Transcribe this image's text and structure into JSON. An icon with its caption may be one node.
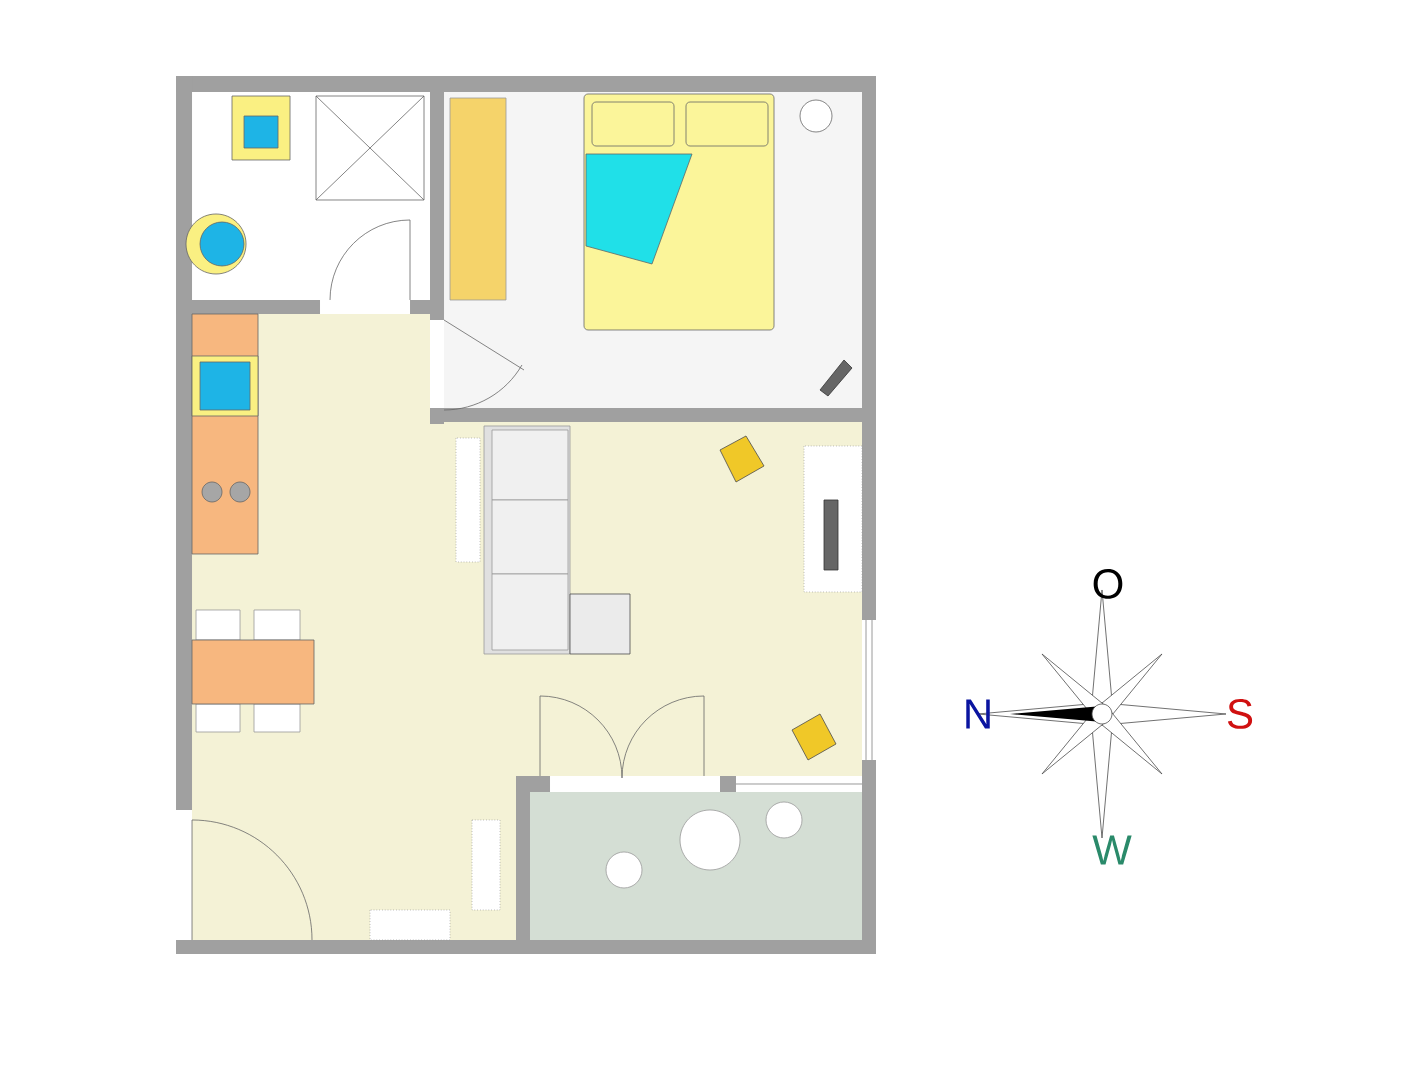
{
  "diagram": {
    "labels": [
      "O",
      "N",
      "S",
      "W"
    ]
  }
}
